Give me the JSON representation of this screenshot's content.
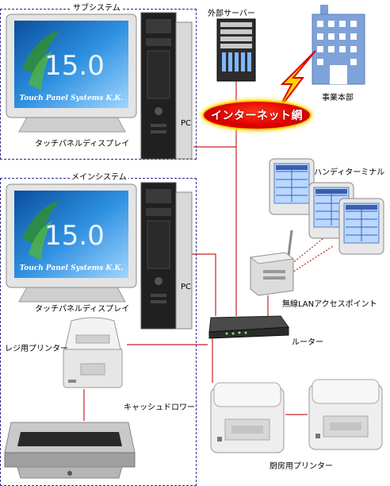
{
  "groups": {
    "sub_system": "サブシステム",
    "main_system": "メインシステム"
  },
  "labels": {
    "external_server": "外部サーバー",
    "headquarters": "事業本部",
    "internet": "インターネット網",
    "pc_sub": "PC",
    "pc_main": "PC",
    "touch_panel_sub": "タッチパネルディスプレイ",
    "touch_panel_main": "タッチパネルディスプレイ",
    "handy_terminal": "ハンディターミナル",
    "wireless_ap": "無線LANアクセスポイント",
    "router": "ルーター",
    "receipt_printer": "レジ用プリンター",
    "cash_drawer": "キャッシュドロワー",
    "kitchen_printer": "厨房用プリンター"
  },
  "monitor": {
    "badge": "15.0",
    "brand": "Touch Panel Systems K.K."
  },
  "colors": {
    "wire": "#cc2222",
    "group_border": "#2a2a8a",
    "lightning": "#ffd400",
    "internet": "#e00000"
  }
}
